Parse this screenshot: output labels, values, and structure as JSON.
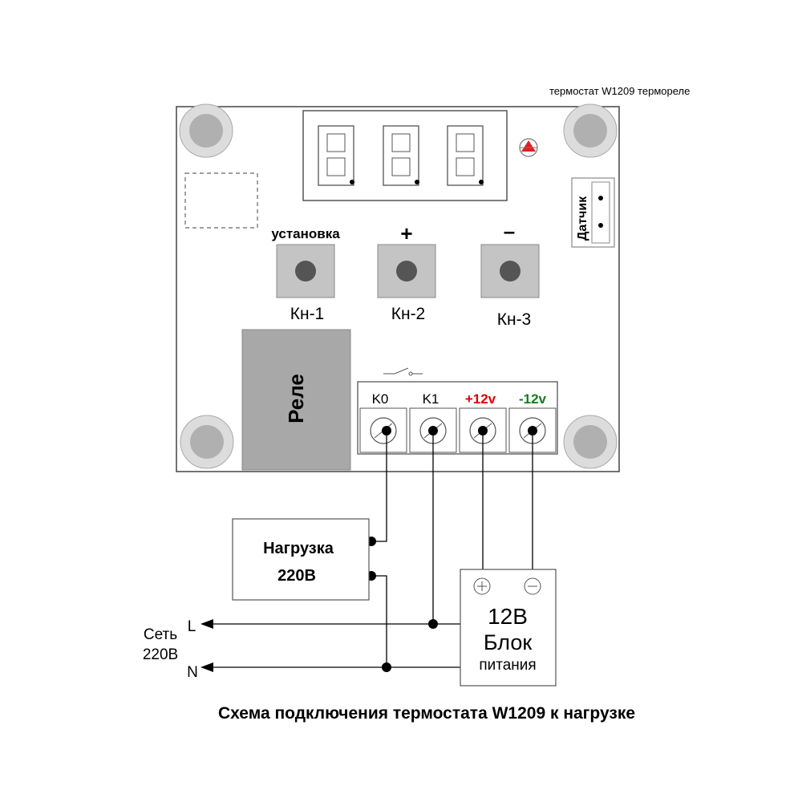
{
  "header_caption": "термостат W1209 термореле",
  "buttons": [
    {
      "title": "установка",
      "label": "Кн-1"
    },
    {
      "title": "+",
      "label": "Кн-2"
    },
    {
      "title": "–",
      "label": "Кн-3"
    }
  ],
  "sensor_label": "Датчик",
  "relay_label": "Реле",
  "terminals": [
    {
      "label": "K0",
      "color": "#000000"
    },
    {
      "label": "K1",
      "color": "#000000"
    },
    {
      "label": "+12v",
      "color": "#e00000"
    },
    {
      "label": "-12v",
      "color": "#1a7a1a"
    }
  ],
  "load": {
    "line1": "Нагрузка",
    "line2": "220В"
  },
  "mains": {
    "line1": "Сеть",
    "line2": "220В",
    "phase": "L",
    "neutral": "N"
  },
  "power_supply": {
    "line1": "12В",
    "line2": "Блок",
    "line3": "питания"
  },
  "footer_caption": "Схема подключения термостата W1209 к нагрузке",
  "colors": {
    "pcb_outline": "#555555",
    "pad_gray": "#bdbdbd",
    "relay_gray": "#a9a9a9",
    "led_red": "#e02020"
  }
}
